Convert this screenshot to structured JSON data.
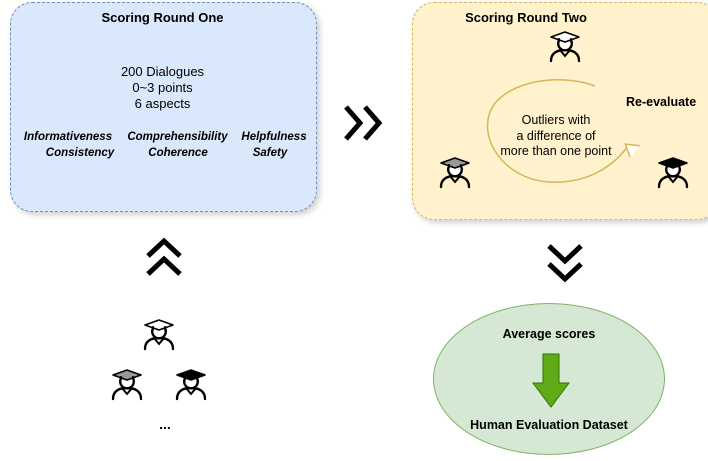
{
  "round_one": {
    "title": "Scoring Round One",
    "lines": [
      "200 Dialogues",
      "0~3 points",
      "6 aspects"
    ],
    "aspects_row1": [
      "Informativeness",
      "Comprehensibility",
      "Helpfulness"
    ],
    "aspects_row2": [
      "Consistency",
      "Coherence",
      "Safety"
    ]
  },
  "round_two": {
    "title": "Scoring Round Two",
    "outlier_lines": [
      "Outliers with",
      "a difference of",
      "more than one point"
    ],
    "reevaluate": "Re-evaluate"
  },
  "result": {
    "average": "Average scores",
    "dataset": "Human Evaluation Dataset"
  },
  "annotators": {
    "ellipsis": "..."
  },
  "icons": {
    "annotator": "graduate-person-icon",
    "arrow_right": "double-chevron-right-icon",
    "arrow_up": "double-chevron-up-icon",
    "arrow_down": "double-chevron-down-icon",
    "arrow_result": "green-down-arrow-icon"
  },
  "colors": {
    "round_one_fill": "#dae8fc",
    "round_one_border": "#6c8ebf",
    "round_two_fill": "#fff2cc",
    "round_two_border": "#d6b656",
    "result_fill": "#d5e8d4",
    "result_border": "#82b366",
    "arrow_green": "#60a917"
  }
}
